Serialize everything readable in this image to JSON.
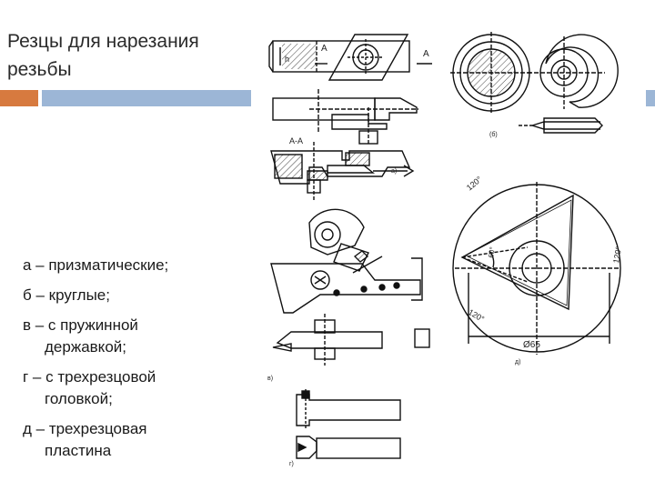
{
  "title": {
    "line1": "Резцы для нарезания",
    "line2": " резьбы"
  },
  "legend": [
    {
      "line1": "а – призматические;",
      "line2": ""
    },
    {
      "line1": "б – круглые;",
      "line2": ""
    },
    {
      "line1": "в – с пружинной",
      "line2": "державкой;"
    },
    {
      "line1": "г – с трехрезцовой",
      "line2": "головкой;"
    },
    {
      "line1": "д – трехрезцовая",
      "line2": "пластина"
    }
  ],
  "drawing": {
    "labels": {
      "h": "h",
      "section_a_left": "А",
      "section_a_right": "А",
      "section_view": "А-А",
      "fig_a": "а)",
      "fig_b": "(б)",
      "fig_v": "в)",
      "fig_g": "г)",
      "fig_d": "д)",
      "angle_top": "120°",
      "angle_right": "120°",
      "angle_bottom": "120°",
      "angle_inner": "60°",
      "diameter": "Ø65"
    }
  },
  "colors": {
    "accent_orange": "#d77a3f",
    "accent_blue": "#9cb6d6"
  }
}
